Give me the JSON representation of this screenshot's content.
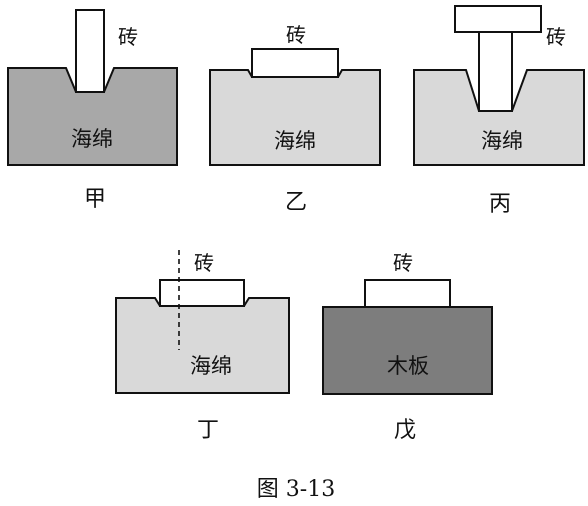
{
  "colors": {
    "sponge_dark": "#a8a8a8",
    "sponge_light": "#d9d9d9",
    "board": "#7d7d7d",
    "brick": "#ffffff",
    "stroke": "#111111"
  },
  "panels": [
    {
      "id": "jia",
      "brick_label": "砖",
      "material_label": "海绵",
      "caption": "甲"
    },
    {
      "id": "yi",
      "brick_label": "砖",
      "material_label": "海绵",
      "caption": "乙"
    },
    {
      "id": "bing",
      "brick_label": "砖",
      "material_label": "海绵",
      "caption": "丙"
    },
    {
      "id": "ding",
      "brick_label": "砖",
      "material_label": "海绵",
      "caption": "丁"
    },
    {
      "id": "wu",
      "brick_label": "砖",
      "material_label": "木板",
      "caption": "戊"
    }
  ],
  "figure_caption": "图 3-13"
}
